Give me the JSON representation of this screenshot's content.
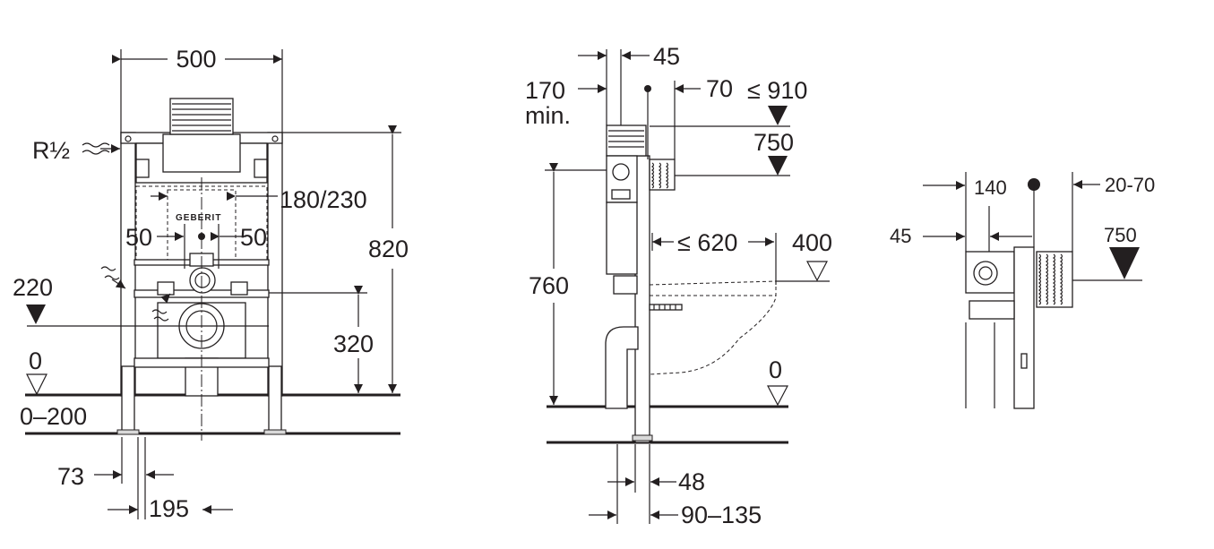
{
  "brand": "GEBERIT",
  "front_view": {
    "width_label": "500",
    "pipe_label": "R½",
    "flush_plate_label": "180/230",
    "left_offset_label": "50",
    "right_offset_label": "50",
    "height_label": "820",
    "connection_height_label": "220",
    "drain_height_label": "320",
    "floor_label": "0",
    "floor_range_label": "0–200",
    "foot_offset_label": "73",
    "drain_offset_label": "195"
  },
  "side_view": {
    "min_depth_label": "170",
    "min_depth_suffix": "min.",
    "frame_depth_label": "45",
    "axis_offset_label": "70",
    "max_height_label": "≤ 910",
    "standard_height_label": "750",
    "frame_height_label": "760",
    "bowl_length_label": "≤ 620",
    "bowl_height_label": "400",
    "floor_label": "0",
    "foot_depth_label": "48",
    "foot_range_label": "90–135"
  },
  "detail_view": {
    "width_label": "140",
    "range_label": "20-70",
    "depth_label": "45",
    "height_label": "750"
  }
}
